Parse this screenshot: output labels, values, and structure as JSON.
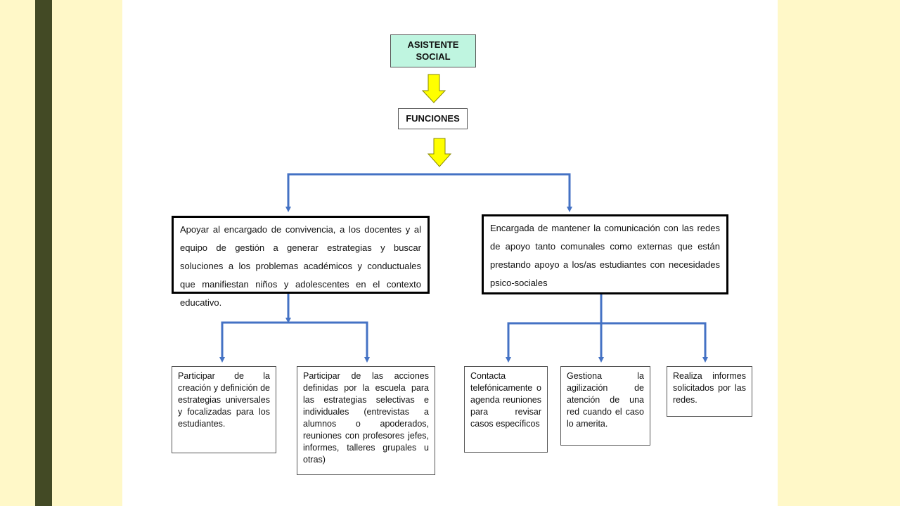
{
  "colors": {
    "background": "#fff8c8",
    "stripe": "#434a25",
    "slide": "#ffffff",
    "connector": "#4472c4",
    "arrow_fill": "#ffff00",
    "arrow_stroke": "#7f7f00",
    "root_fill": "#bff5e0"
  },
  "nodes": {
    "asistente": "ASISTENTE SOCIAL",
    "funciones": "FUNCIONES",
    "apoyar": "Apoyar al encargado de convivencia, a los docentes y al equipo de gestión a generar estrategias y buscar soluciones a los problemas académicos y conductuales que manifiestan niños y adolescentes en el contexto educativo.",
    "encargada": "Encargada de mantener la comunicación con las redes de apoyo tanto comunales como externas que están prestando apoyo a los/as estudiantes con necesidades psico-sociales",
    "participar_creacion": "Participar de la creación y definición de estrategias universales y focalizadas para los estudiantes.",
    "participar_acciones": "Participar de las acciones definidas por la escuela para las estrategias selectivas e individuales (entrevistas a alumnos o apoderados, reuniones con profesores jefes, informes, talleres grupales u otras)",
    "contacta": "Contacta telefónicamente o agenda reuniones para revisar casos específicos",
    "gestiona": "Gestiona la agilización de atención de una red cuando el caso lo amerita.",
    "realiza": "Realiza informes solicitados por las redes."
  }
}
